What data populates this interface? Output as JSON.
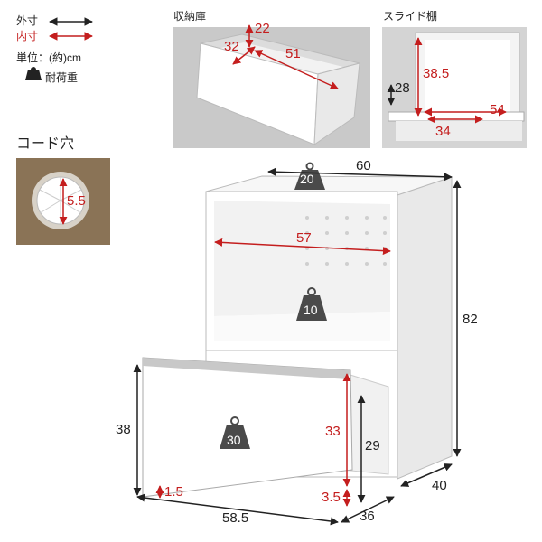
{
  "legend": {
    "outer_label": "外寸",
    "inner_label": "内寸",
    "unit_label": "単位：(約)cm",
    "load_label": "耐荷重"
  },
  "panels": {
    "storage_title": "収納庫",
    "slide_shelf_title": "スライド棚",
    "cord_hole_title": "コード穴"
  },
  "storage_dims": {
    "height": "22",
    "depth": "32",
    "width": "51"
  },
  "slide_dims": {
    "height": "38.5",
    "width": "54",
    "depth": "34",
    "clearance": "28"
  },
  "cord_hole_dims": {
    "diameter": "5.5"
  },
  "main_dims": {
    "top_width": "60",
    "height": "82",
    "inner_width": "57",
    "side_depth": "40",
    "drawer_height": "38",
    "drawer_width": "58.5",
    "drawer_depth": "36",
    "inner_drawer_height": "33",
    "rear_height": "29",
    "bottom_gap": "3.5",
    "front_gap": "1.5"
  },
  "loads": {
    "top": "20",
    "shelf": "10",
    "drawer": "30"
  },
  "colors": {
    "accent_red": "#c41e1e",
    "text": "#222222",
    "panel_gray": "#c9c9c9",
    "wood": "#8a7356"
  }
}
